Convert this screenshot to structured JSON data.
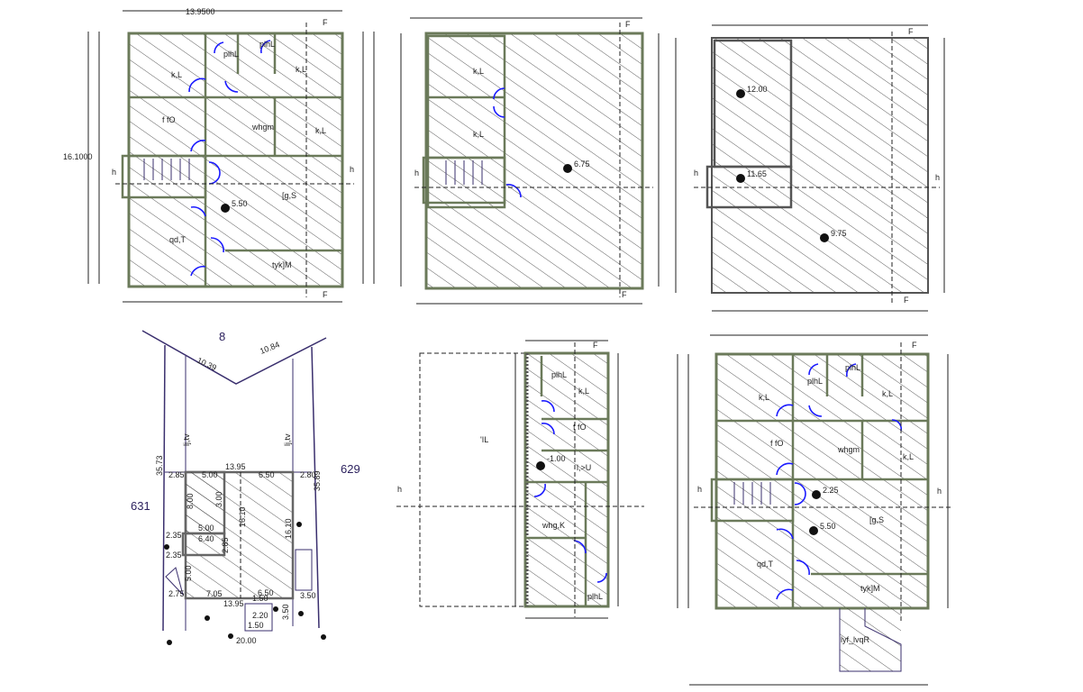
{
  "drawing": {
    "colors": {
      "wall": "#6b7a5a",
      "door": "#1a1aff",
      "line": "#222222",
      "site": "#3a2f6e"
    },
    "plan_ground": {
      "width_dim": "13.9500",
      "height_dim": "16.1000",
      "rooms": [
        "k,L",
        "plhL",
        "plhL",
        "k,L",
        "f fO",
        "whgm",
        "k,L",
        "[g,S",
        "qd,T",
        "tyk]M"
      ],
      "level": "5.50",
      "section_marks": [
        "h",
        "h",
        "F",
        "F"
      ]
    },
    "plan_second": {
      "rooms": [
        "k,L",
        "k,L"
      ],
      "level": "6.75",
      "section_marks": [
        "h",
        "F",
        "F"
      ]
    },
    "plan_roof": {
      "levels": [
        "12.00",
        "11.65",
        "9.75"
      ],
      "section_marks": [
        "h",
        "h",
        "F",
        "F"
      ]
    },
    "site_plan": {
      "top_number": "8",
      "left_number": "631",
      "right_number": "629",
      "edge_dims": [
        "10.39",
        "10.84"
      ],
      "side_labels": [
        "lj,tv",
        "lj,tv"
      ],
      "dims": [
        "35.73",
        "35.89",
        "2.85",
        "5.00",
        "13.95",
        "6.50",
        "2.80",
        "8.00",
        "3.00",
        "5.00",
        "6.40",
        "2.35",
        "2.35",
        "2.85",
        "16.10",
        "16.10",
        "5.00",
        "2.75",
        "7.05",
        "6.50",
        "3.50",
        "13.95",
        "1.50",
        "3.50",
        "1.50",
        "2.20",
        "20.00"
      ]
    },
    "plan_basement": {
      "rooms": [
        "plhL",
        "k,L",
        "f fO",
        "l,>U",
        "whg,K",
        "plhL"
      ],
      "open_area": "'IL",
      "level": "-1.00",
      "section_marks": [
        "h",
        "F"
      ]
    },
    "plan_first": {
      "rooms": [
        "k,L",
        "plhL",
        "plhL",
        "k,L",
        "f fO",
        "whgm",
        "k,L",
        "[g,S",
        "qd,T",
        "tyk]M",
        "lyf_lvqR"
      ],
      "levels": [
        "2.25",
        "5.50"
      ],
      "section_marks": [
        "h",
        "h",
        "F"
      ]
    }
  }
}
